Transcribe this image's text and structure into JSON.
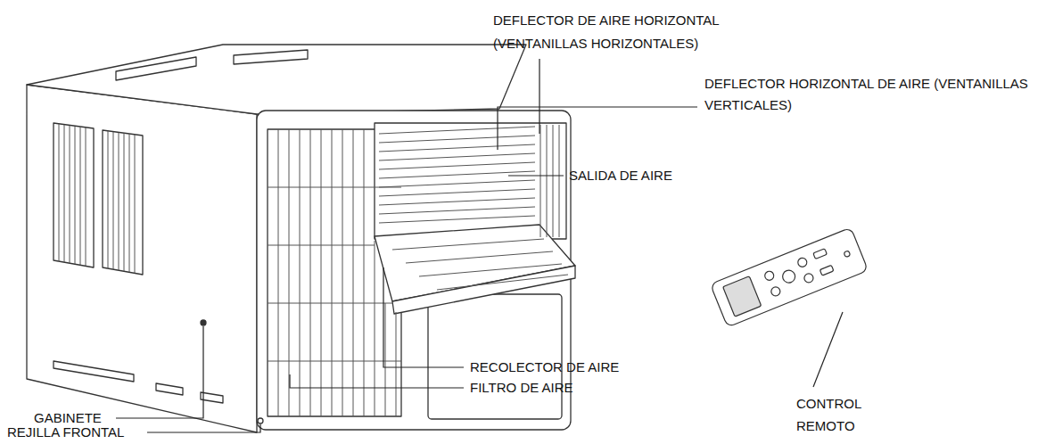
{
  "diagram": {
    "labels": [
      "DEFLECTOR DE AIRE HORIZONTAL (VENTANILLAS HORIZONTALES)",
      "DEFLECTOR HORIZONTAL DE AIRE (VENTANILLAS VERTICALES)",
      "SALIDA DE AIRE",
      "GABINETE",
      "REJILLA FRONTAL",
      "RECOLECTOR DE AIRE",
      "FILTRO DE AIRE",
      "CONTROL REMOTO"
    ]
  }
}
